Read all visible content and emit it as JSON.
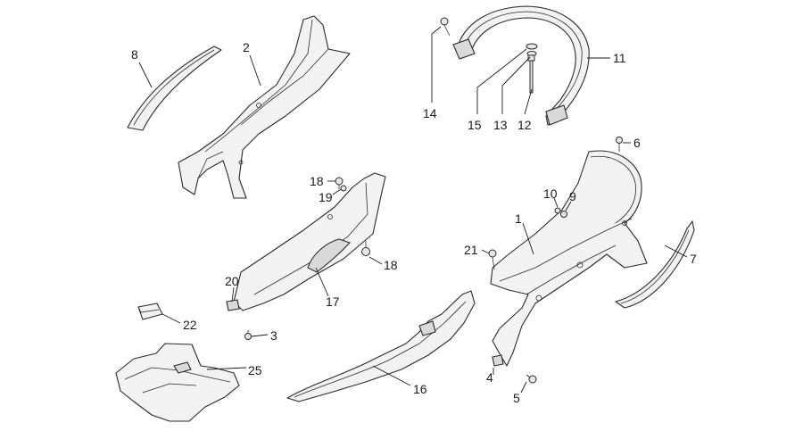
{
  "callouts": [
    {
      "id": "c8",
      "label": "8"
    },
    {
      "id": "c2",
      "label": "2"
    },
    {
      "id": "c14",
      "label": "14"
    },
    {
      "id": "c15",
      "label": "15"
    },
    {
      "id": "c13",
      "label": "13"
    },
    {
      "id": "c12",
      "label": "12"
    },
    {
      "id": "c11",
      "label": "11"
    },
    {
      "id": "c6",
      "label": "6"
    },
    {
      "id": "c10",
      "label": "10"
    },
    {
      "id": "c9",
      "label": "9"
    },
    {
      "id": "c1",
      "label": "1"
    },
    {
      "id": "c7",
      "label": "7"
    },
    {
      "id": "c21",
      "label": "21"
    },
    {
      "id": "c18a",
      "label": "18"
    },
    {
      "id": "c19",
      "label": "19"
    },
    {
      "id": "c18b",
      "label": "18"
    },
    {
      "id": "c17",
      "label": "17"
    },
    {
      "id": "c20",
      "label": "20"
    },
    {
      "id": "c3",
      "label": "3"
    },
    {
      "id": "c22",
      "label": "22"
    },
    {
      "id": "c25",
      "label": "25"
    },
    {
      "id": "c16",
      "label": "16"
    },
    {
      "id": "c4",
      "label": "4"
    },
    {
      "id": "c5",
      "label": "5"
    }
  ]
}
